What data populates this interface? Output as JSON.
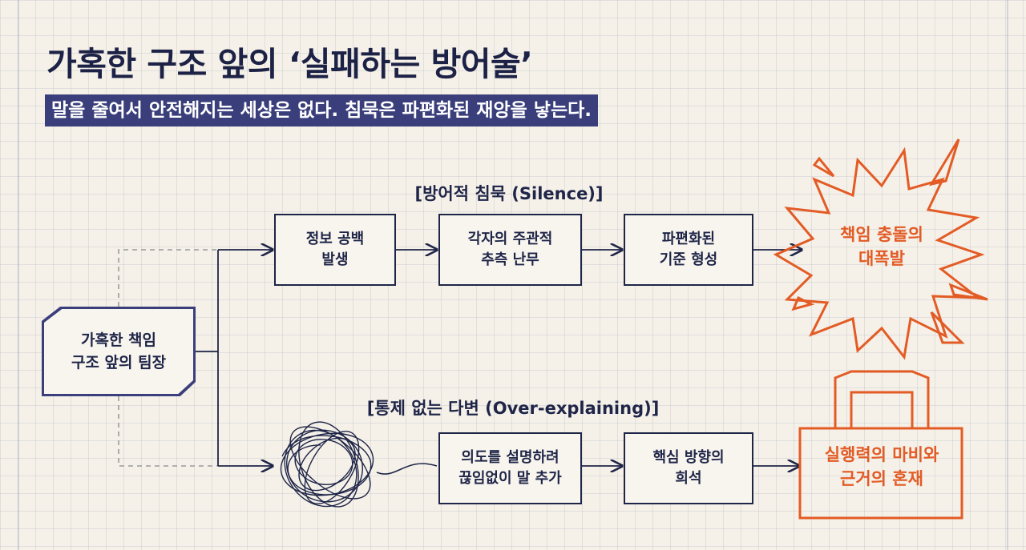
{
  "header": {
    "title": "가혹한 구조 앞의 ‘실패하는 방어술’",
    "subtitle": "말을 줄여서 안전해지는 세상은 없다. 침묵은 파편화된 재앙을 낳는다."
  },
  "start": {
    "label": "가혹한 책임\n구조 앞의 팀장"
  },
  "silence_path": {
    "label": "[방어적 침묵 (Silence)]",
    "steps": [
      "정보 공백\n발생",
      "각자의 주관적\n추측 난무",
      "파편화된\n기준 형성"
    ],
    "result": "책임 충돌의\n대폭발"
  },
  "over_path": {
    "label": "[통제 없는 다변 (Over-explaining)]",
    "steps": [
      "의도를 설명하려\n끊임없이 말 추가",
      "핵심 방향의\n희석"
    ],
    "result": "실행력의 마비와\n근거의 혼재"
  },
  "colors": {
    "navy": "#1f2548",
    "banner": "#3a3f7c",
    "accent": "#e35b25",
    "dashed": "#9a9a9a"
  },
  "icons": {
    "burst": "explosion-burst-icon",
    "tangle": "tangled-scribble-icon",
    "bag": "heavy-bag-icon"
  }
}
